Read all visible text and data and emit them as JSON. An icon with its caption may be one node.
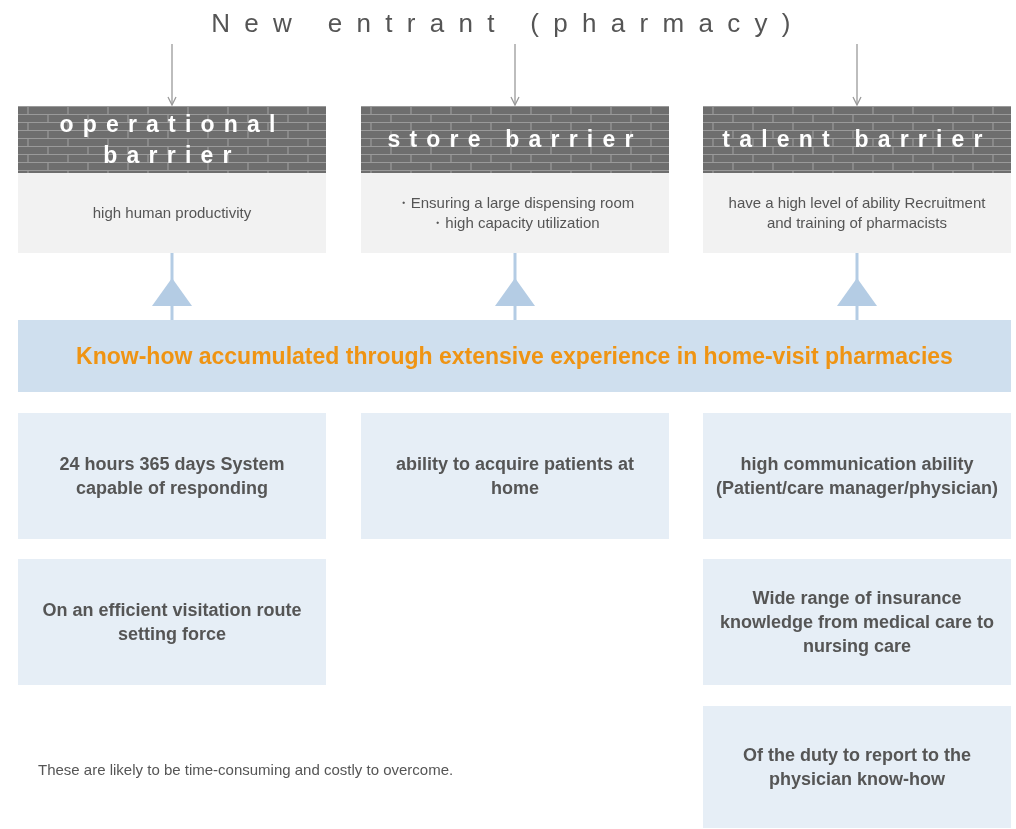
{
  "diagram": {
    "nodes": [
      {
        "text": [
          "New entrant (pharmacy)"
        ]
      },
      {
        "text": [
          "operational barrier",
          "high human productivity"
        ]
      },
      {
        "text": [
          "store barrier",
          "・Ensuring a large dispensing room",
          "・high capacity utilization"
        ]
      },
      {
        "text": [
          "talent barrier",
          "have a high level of ability Recruitment and training of pharmacists"
        ]
      },
      {
        "text": [
          "Know-how accumulated through extensive experience in home-visit pharmacies"
        ]
      },
      {
        "text": [
          "24 hours 365 days System capable of responding"
        ]
      },
      {
        "text": [
          "ability to acquire patients at home"
        ]
      },
      {
        "text": [
          "high communication ability (Patient/care manager/physician)"
        ]
      },
      {
        "text": [
          "On an efficient visitation route setting force"
        ]
      },
      {
        "text": [
          "Wide range of insurance knowledge from medical care to nursing care"
        ]
      },
      {
        "text": [
          "Of the duty to report to the physician know-how"
        ]
      }
    ],
    "edges": [
      {
        "from": 0,
        "to": 1,
        "arrow": "to"
      },
      {
        "from": 0,
        "to": 2,
        "arrow": "to"
      },
      {
        "from": 0,
        "to": 3,
        "arrow": "to"
      },
      {
        "from": 4,
        "to": 1,
        "arrow": "to",
        "style": "thick",
        "color": "#b4cce4"
      },
      {
        "from": 4,
        "to": 2,
        "arrow": "to",
        "style": "thick",
        "color": "#b4cce4"
      },
      {
        "from": 4,
        "to": 3,
        "arrow": "to",
        "style": "thick",
        "color": "#b4cce4"
      }
    ],
    "labels": [
      "These are likely to be time-consuming and costly to overcome."
    ]
  }
}
